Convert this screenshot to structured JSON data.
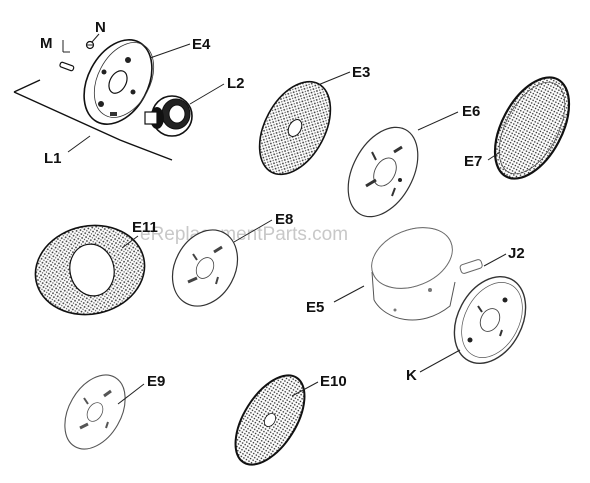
{
  "labels": {
    "M": "M",
    "N": "N",
    "E4": "E4",
    "L2": "L2",
    "L1": "L1",
    "E3": "E3",
    "E6": "E6",
    "E7": "E7",
    "E11": "E11",
    "E8": "E8",
    "J2": "J2",
    "E5": "E5",
    "K": "K",
    "E9": "E9",
    "E10": "E10"
  },
  "watermark": "eReplacementParts.com"
}
